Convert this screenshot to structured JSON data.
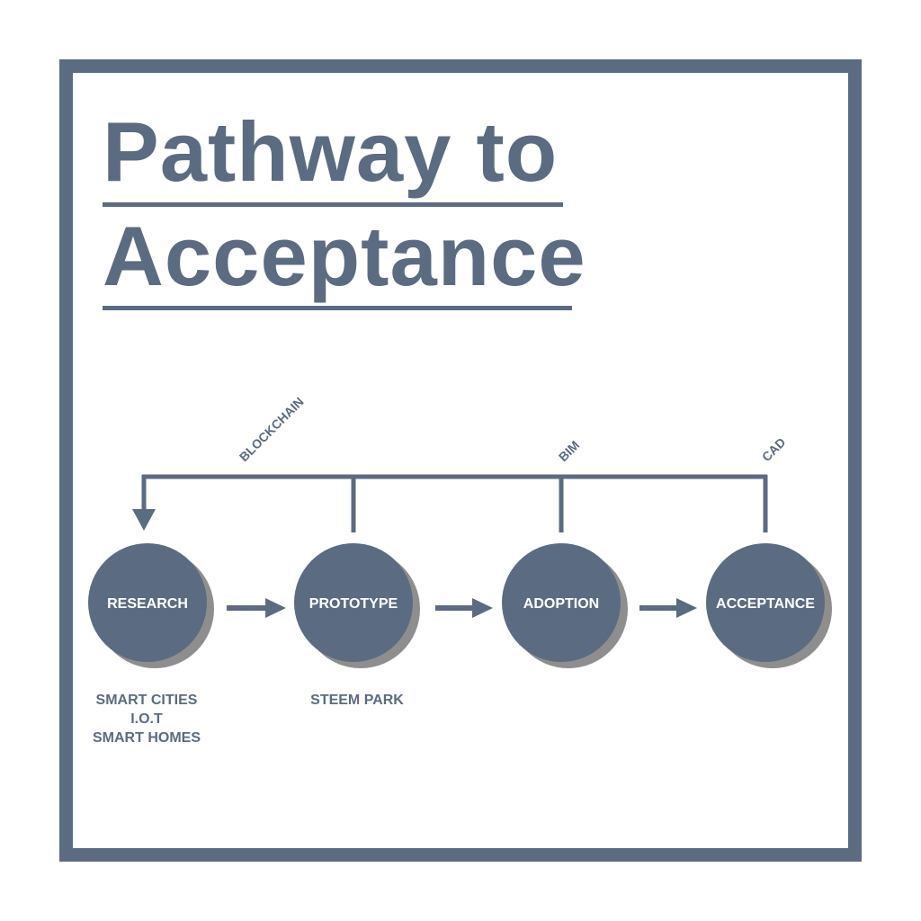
{
  "title": {
    "line1": "Pathway to",
    "line2": "Acceptance"
  },
  "stages": [
    "RESEARCH",
    "PROTOTYPE",
    "ADOPTION",
    "ACCEPTANCE"
  ],
  "technologies": [
    "BLOCKCHAIN",
    "BIM",
    "CAD"
  ],
  "notes": {
    "research": [
      "SMART CITIES",
      "I.O.T",
      "SMART HOMES"
    ],
    "prototype": [
      "STEEM PARK"
    ]
  },
  "colors": {
    "primary": "#5b6b82",
    "shadow": "#8e8e8e",
    "background": "#ffffff"
  }
}
